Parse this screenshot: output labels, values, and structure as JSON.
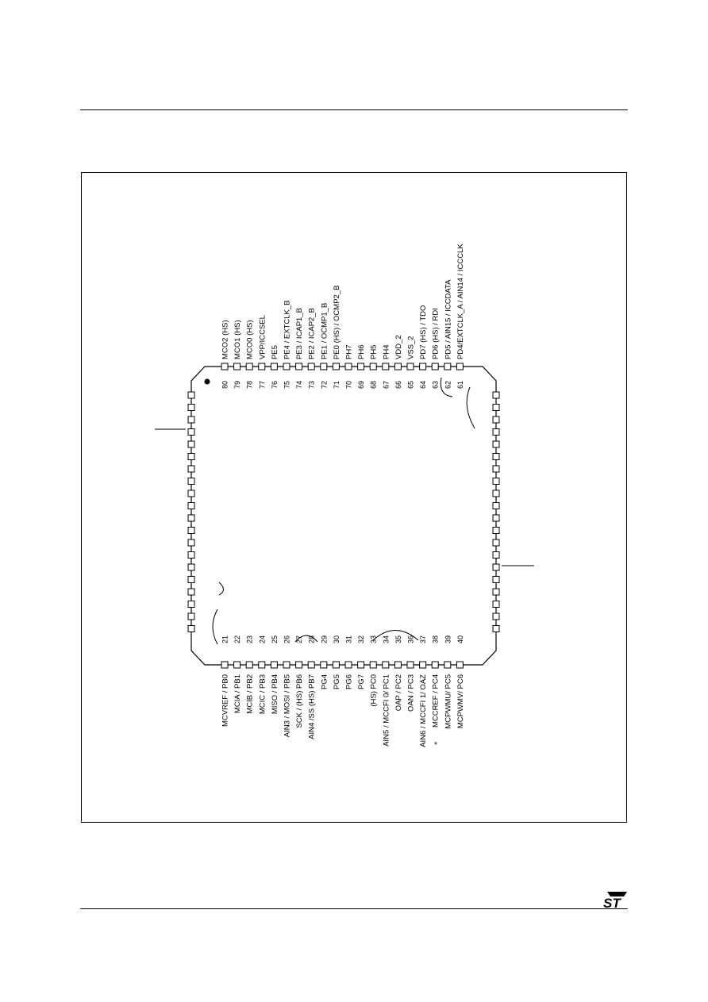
{
  "top_pins": [
    {
      "num": "80",
      "label": "MCO2 (HS)"
    },
    {
      "num": "79",
      "label": "MCO1 (HS)"
    },
    {
      "num": "78",
      "label": "MCO0 (HS)"
    },
    {
      "num": "77",
      "label": "VPP/ICCSEL"
    },
    {
      "num": "76",
      "label": "PE5"
    },
    {
      "num": "75",
      "label": "PE4 / EXTCLK_B"
    },
    {
      "num": "74",
      "label": "PE3 / ICAP1_B"
    },
    {
      "num": "73",
      "label": "PE2 / ICAP2_B"
    },
    {
      "num": "72",
      "label": "PE1 / OCMP1_B"
    },
    {
      "num": "71",
      "label": "PE0 (HS) / OCMP2_B"
    },
    {
      "num": "70",
      "label": "PH7"
    },
    {
      "num": "69",
      "label": "PH6"
    },
    {
      "num": "68",
      "label": "PH5"
    },
    {
      "num": "67",
      "label": "PH4"
    },
    {
      "num": "66",
      "label": "VDD_2"
    },
    {
      "num": "65",
      "label": "VSS_2"
    },
    {
      "num": "64",
      "label": "PD7 (HS) / TDO"
    },
    {
      "num": "63",
      "label": "PD6 (HS) / RDI"
    },
    {
      "num": "62",
      "label": "PD5 / AIN15 / ICCDATA"
    },
    {
      "num": "61",
      "label": "PD4/EXTCLK_A / AIN14 / ICCCLK"
    }
  ],
  "bottom_pins": [
    {
      "num": "21",
      "label": "MCVREF / PB0"
    },
    {
      "num": "22",
      "label": "MCIA / PB1"
    },
    {
      "num": "23",
      "label": "MCIB / PB2"
    },
    {
      "num": "24",
      "label": "MCIC / PB3"
    },
    {
      "num": "25",
      "label": "MISO / PB4"
    },
    {
      "num": "26",
      "label": "AIN3 / MOSI / PB5"
    },
    {
      "num": "27",
      "label": "SCK / (HS) PB6"
    },
    {
      "num": "28",
      "label": "AIN4 /SS (HS) PB7"
    },
    {
      "num": "29",
      "label": "PG4"
    },
    {
      "num": "30",
      "label": "PG5"
    },
    {
      "num": "31",
      "label": "PG6"
    },
    {
      "num": "32",
      "label": "PG7"
    },
    {
      "num": "33",
      "label": "(HS) PC0"
    },
    {
      "num": "34",
      "label": "AIN5 / MCCFI 0/ PC1"
    },
    {
      "num": "35",
      "label": "OAP / PC2"
    },
    {
      "num": "36",
      "label": "OAN / PC3"
    },
    {
      "num": "37",
      "label": "AIN6 / MCCFI 1/ OAZ"
    },
    {
      "num": "38",
      "label": "MCCREF / PC4"
    },
    {
      "num": "39",
      "label": "MCPWMU/ PC5"
    },
    {
      "num": "40",
      "label": "MCPWMV/ PC6"
    }
  ],
  "note_mark": "*",
  "brand_logo": "ST",
  "side_pin_count": 20
}
